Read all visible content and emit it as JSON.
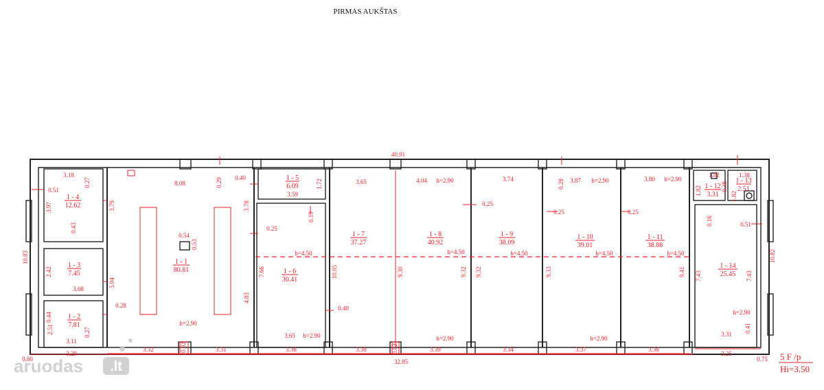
{
  "title": "PIRMAS AUKŠTAS",
  "dimensions": {
    "overall_top": "40.91",
    "overall_bottom": "32.85",
    "height_left": "10.83",
    "height_right": "10.82",
    "bottom_left_a": "0.80",
    "bottom_left_b": "3.29",
    "bottom_right": "0.75",
    "r14_bottom": "3.25"
  },
  "rooms": {
    "r1": {
      "id": "1 - 1",
      "area": "80.81"
    },
    "r2": {
      "id": "1 - 2",
      "area": "7.81"
    },
    "r3": {
      "id": "1 - 3",
      "area": "7.45"
    },
    "r4": {
      "id": "1 - 4",
      "area": "12.62"
    },
    "r5": {
      "id": "1 - 5",
      "area": "6.09"
    },
    "r6": {
      "id": "1 - 6",
      "area": "30.41"
    },
    "r7": {
      "id": "1 - 7",
      "area": "37.27"
    },
    "r8": {
      "id": "1 - 8",
      "area": "40.92"
    },
    "r9": {
      "id": "1 - 9",
      "area": "38.09"
    },
    "r10": {
      "id": "1 - 10",
      "area": "39.01"
    },
    "r11": {
      "id": "1 - 11",
      "area": "38.88"
    },
    "r12": {
      "id": "1 - 12",
      "area": "3.31"
    },
    "r13": {
      "id": "1 - 13",
      "area": "2.51"
    },
    "r14": {
      "id": "1 - 14",
      "area": "25.45"
    }
  },
  "labels": {
    "d318": "3.18",
    "d051a": "0.51",
    "d027a": "0.27",
    "d397": "3.97",
    "d379": "3.79",
    "d043": "0.43",
    "d242": "2.42",
    "d308": "3.08",
    "d504": "5.04",
    "d044": "0.44",
    "d028": "0.28",
    "d251": "2.51",
    "d027b": "0.27",
    "d311": "3.11",
    "d808": "8.08",
    "d029": "0.29",
    "d054": "0.54",
    "d053": "0.53",
    "h290_r1": "h=2.90",
    "d332": "3.32",
    "d082a": "0.82",
    "d331": "3.31",
    "d040a": "0.40",
    "d172": "1.72",
    "d359": "3.59",
    "d378": "3.78",
    "d483": "4.83",
    "d019": "0.19",
    "d025a": "0.25",
    "h450_r6": "h=4.50",
    "d766": "7.66",
    "d365a": "3.65",
    "h290_r6": "h=2.90",
    "d336a": "3.36",
    "d1005": "10.05",
    "d365b": "3.65",
    "d040b": "0.40",
    "d338": "3.38",
    "d930": "9.30",
    "d082b": "0.82",
    "d404": "4.04",
    "h290_r8a": "h=2.90",
    "h450_r8": "h=4.50",
    "d932a": "9.32",
    "h290_r8b": "h=2.90",
    "d339": "3.39",
    "d025b": "0.25",
    "d374": "3.74",
    "h450_r9": "h=4.50",
    "d932b": "9.32",
    "d334": "3.34",
    "d028b": "0.28",
    "d387": "3.87",
    "h290_r10a": "h=2.90",
    "d025c": "0.25",
    "h450_r10": "h=4.50",
    "d933": "9.33",
    "h290_r10b": "h=2.90",
    "d337": "3.37",
    "d380": "3.80",
    "h290_r11": "h=2.90",
    "d025d": "0.25",
    "h450_r11": "h=4.50",
    "d941": "9.41",
    "d336b": "3.36",
    "d182a": "1.82",
    "d182b": "1.82",
    "d138": "1.38",
    "d038": "0.38",
    "d182c": "1.82",
    "d016": "0.16",
    "d051b": "0.51",
    "d743a": "7.43",
    "d743b": "7.43",
    "h290_r14": "h=2.90",
    "d331b": "3.31",
    "d041": "0.41"
  },
  "note": {
    "line1": "5 F /p",
    "line2": "Hi=3.50"
  },
  "watermark": {
    "text": "aruodas",
    "suffix": ".lt"
  }
}
